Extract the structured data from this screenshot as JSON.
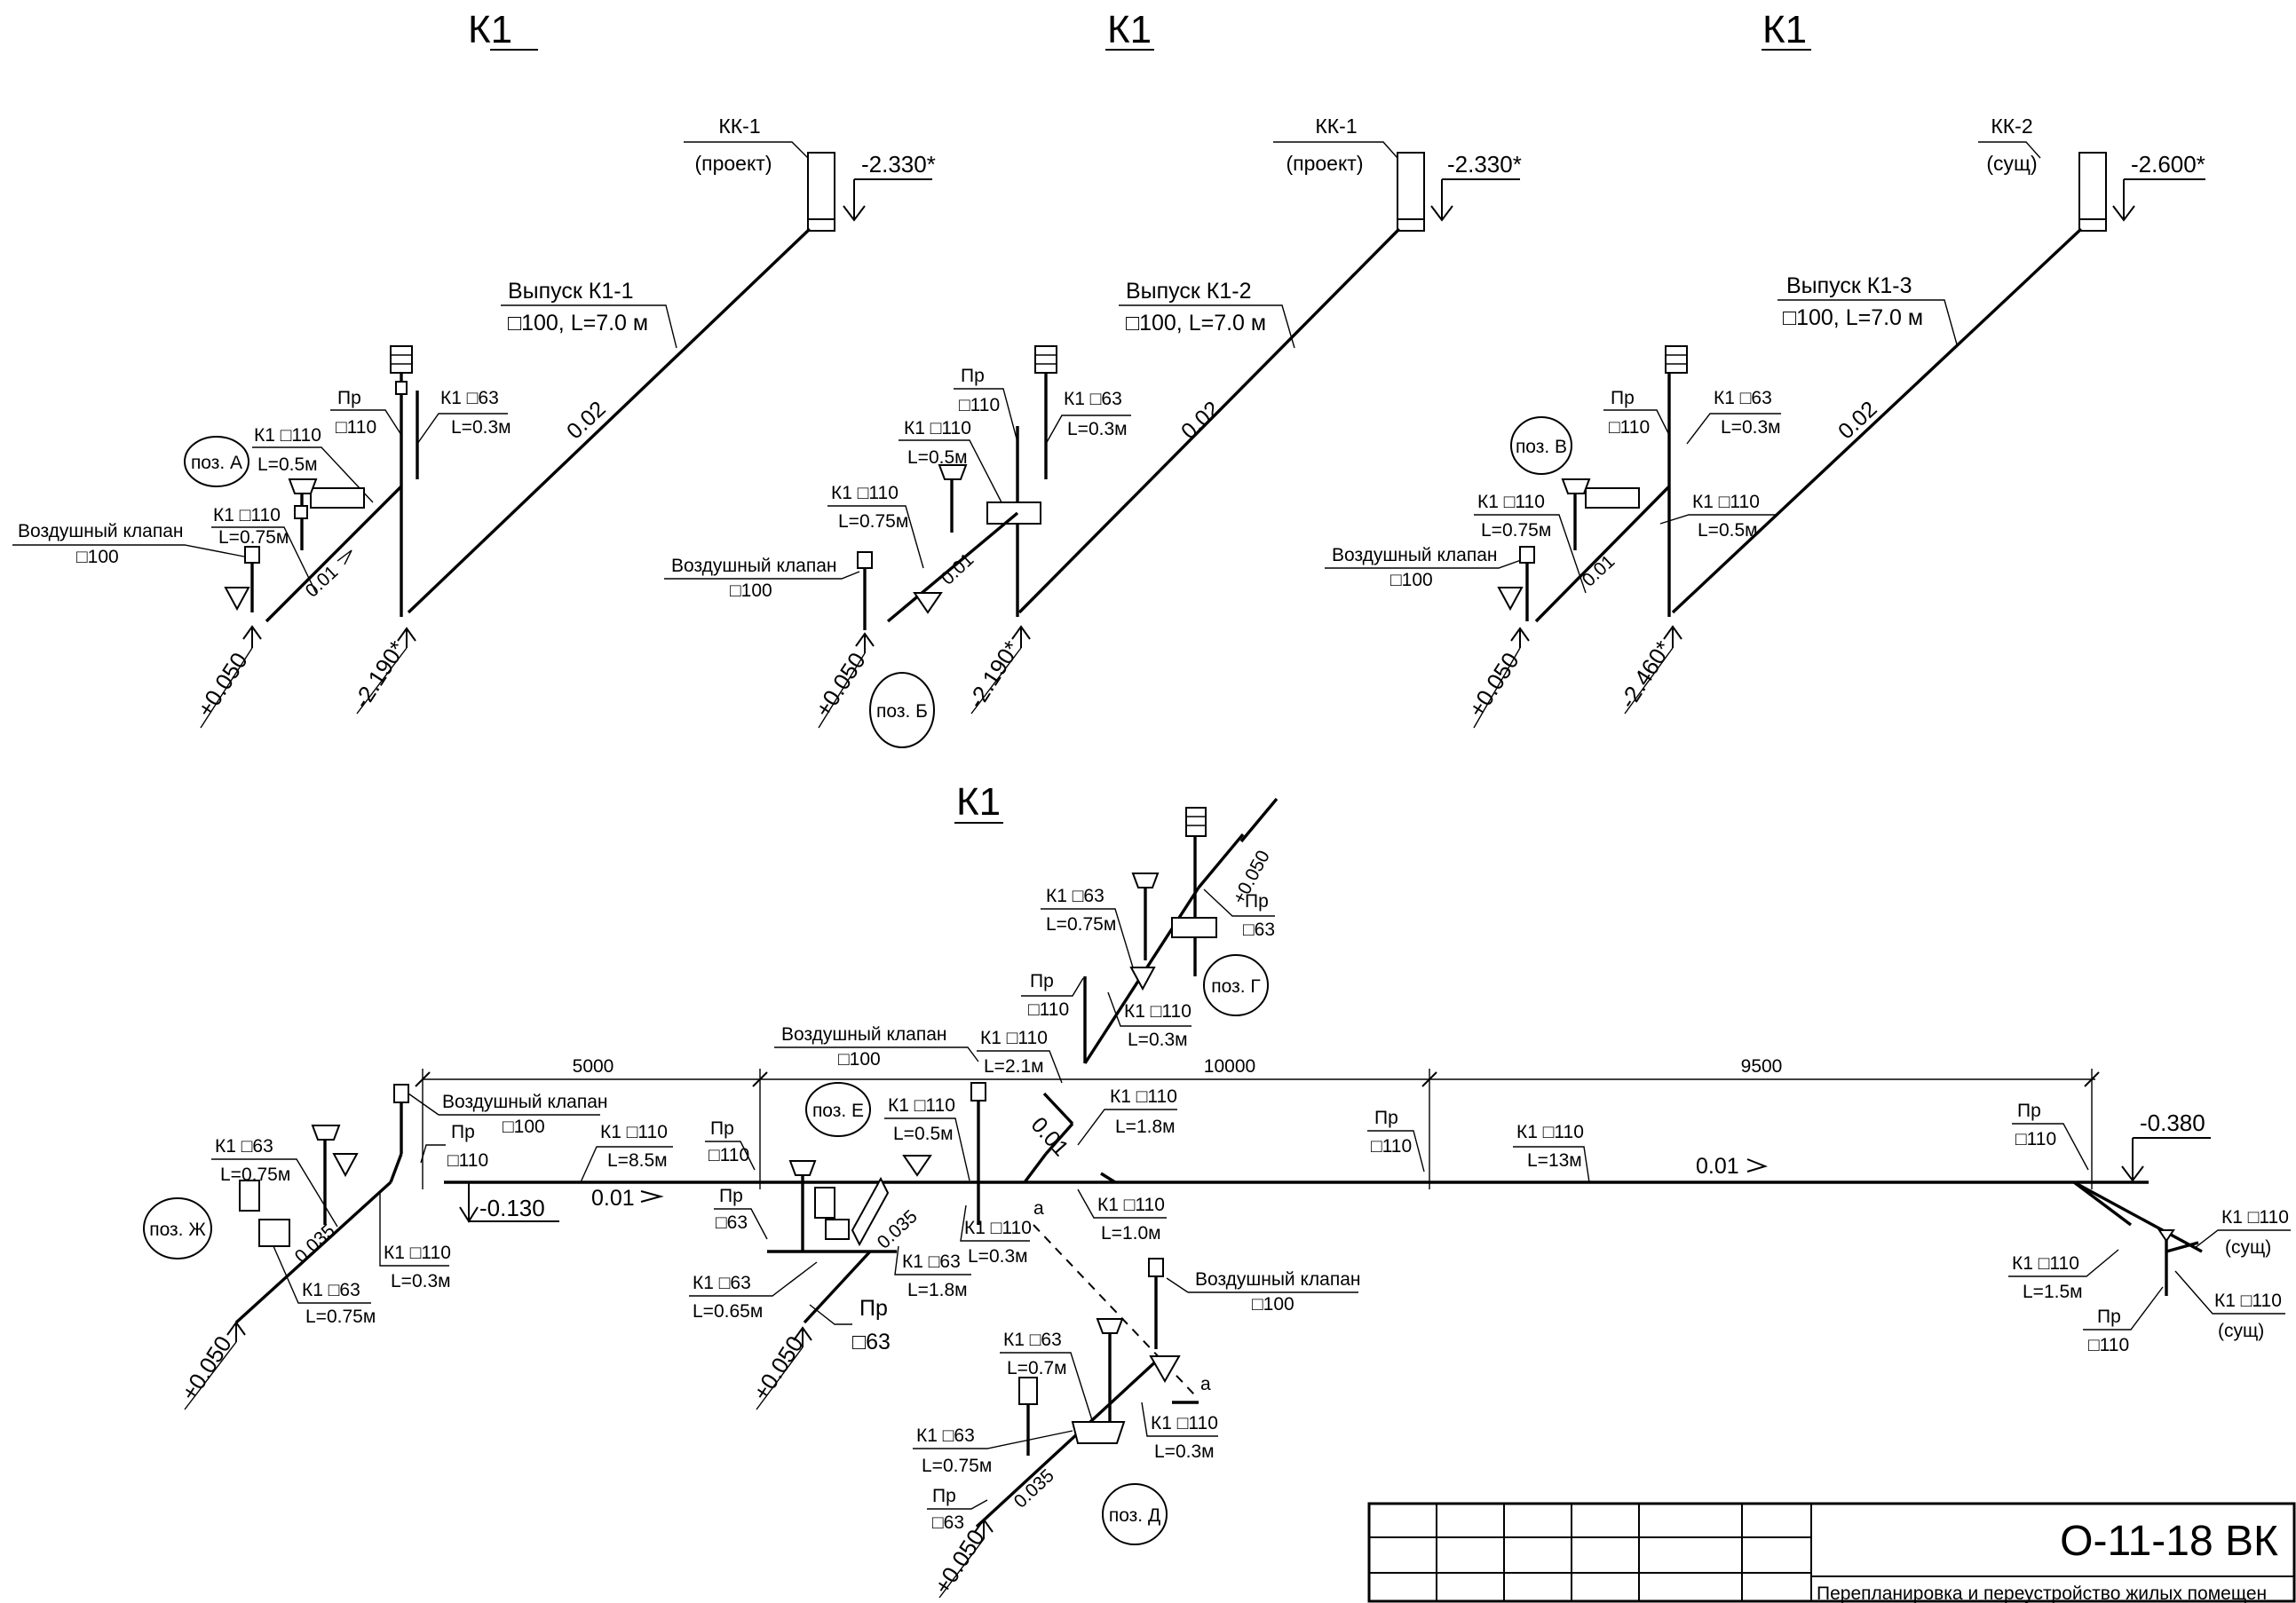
{
  "scheme_title": "К1",
  "schemes": [
    {
      "title": "К1",
      "well_name": "КК-1",
      "well_status": "(проект)",
      "well_elevation": "-2.330*",
      "outlet_name": "Выпуск К1-1",
      "outlet_spec": "□100, L=7.0 м",
      "outlet_slope": "0.02",
      "riser_mark": "Пр",
      "riser_diam": "□110",
      "riser_branch": "К1 □63",
      "riser_branch_len": "L=0.3м",
      "branch1": "К1 □110",
      "branch1_len": "L=0.5м",
      "branch2": "К1 □110",
      "branch2_len": "L=0.75м",
      "valve_name": "Воздушный клапан",
      "valve_diam": "□100",
      "slope": "0.01",
      "pos_label": "поз. А",
      "elev_floor": "+0.050",
      "elev_bottom": "-2.190*"
    },
    {
      "title": "К1",
      "well_name": "КК-1",
      "well_status": "(проект)",
      "well_elevation": "-2.330*",
      "outlet_name": "Выпуск К1-2",
      "outlet_spec": "□100, L=7.0 м",
      "outlet_slope": "0.02",
      "riser_mark": "Пр",
      "riser_diam": "□110",
      "riser_branch": "К1 □63",
      "riser_branch_len": "L=0.3м",
      "branch1": "К1 □110",
      "branch1_len": "L=0.5м",
      "branch2": "К1 □110",
      "branch2_len": "L=0.75м",
      "valve_name": "Воздушный клапан",
      "valve_diam": "□100",
      "slope": "0.01",
      "pos_label": "поз. Б",
      "elev_floor": "+0.050",
      "elev_bottom": "-2.190*"
    },
    {
      "title": "К1",
      "well_name": "КК-2",
      "well_status": "(сущ)",
      "well_elevation": "-2.600*",
      "outlet_name": "Выпуск К1-3",
      "outlet_spec": "□100, L=7.0 м",
      "outlet_slope": "0.02",
      "riser_mark": "Пр",
      "riser_diam": "□110",
      "riser_branch": "К1 □63",
      "riser_branch_len": "L=0.3м",
      "branch1": "К1 □110",
      "branch1_len": "L=0.5м",
      "branch2": "К1 □110",
      "branch2_len": "L=0.75м",
      "valve_name": "Воздушный клапан",
      "valve_diam": "□100",
      "slope": "0.01",
      "pos_label": "поз. В",
      "elev_floor": "+0.050",
      "elev_bottom": "-2.460*"
    }
  ],
  "bottom": {
    "title": "К1",
    "dims": [
      "5000",
      "10000",
      "9500"
    ],
    "elev_main_left": "-0.130",
    "elev_main_right": "-0.380",
    "slope_main": "0.01",
    "slope_main_right": "0.01",
    "slope_up": "0.01",
    "slope_035a": "0.035",
    "slope_035b": "0.035",
    "slope_035c": "0.035",
    "pos_zh": "поз. Ж",
    "pos_e": "поз. Е",
    "pos_g": "поз. Г",
    "pos_d": "поз. Д",
    "elev_zh": "+0.050",
    "elev_e": "+0.050",
    "elev_g": "+0.050",
    "elev_d": "+0.050",
    "valve_name": "Воздушный клапан",
    "valve_diam": "□100",
    "labels": {
      "zh_k63": "К1 □63",
      "zh_l075": "L=0.75м",
      "zh_pr": "Пр",
      "zh_d110": "□110",
      "main_k110": "К1 □110",
      "main_l85": "L=8.5м",
      "zh_k110b": "К1 □110",
      "zh_l03": "L=0.3м",
      "zh_k63b": "К1 □63",
      "zh_l075b": "L=0.75м",
      "e_pr1": "Пр",
      "e_d110": "□110",
      "e_pr2": "Пр",
      "e_d63": "□63",
      "e_k63": "К1 □63",
      "e_l065": "L=0.65м",
      "e_pr3": "Пр",
      "e_d63b": "□63",
      "e_k110": "К1 □110",
      "e_l05": "L=0.5м",
      "e_k110b": "К1 □110",
      "e_l03": "L=0.3м",
      "e_k63c": "К1 □63",
      "e_l18": "L=1.8м",
      "e_valve_name": "Воздушный клапан",
      "e_valve_diam": "□100",
      "g_k63": "К1 □63",
      "g_l075": "L=0.75м",
      "g_pr": "Пр",
      "g_d63": "□63",
      "g_pr2": "Пр",
      "g_d110": "□110",
      "g_k110": "К1 □110",
      "g_l03": "L=0.3м",
      "g_k110b": "К1 □110",
      "g_l21": "L=2.1м",
      "g_k110c": "К1 □110",
      "g_l18": "L=1.8м",
      "m_k110": "К1 □110",
      "m_l10": "L=1.0м",
      "m_pr": "Пр",
      "m_d110": "□110",
      "m_k110b": "К1 □110",
      "m_l13": "L=13м",
      "r_pr": "Пр",
      "r_d110": "□110",
      "r_k110": "К1 □110",
      "r_l15": "L=1.5м",
      "r_k110a": "К1 □110",
      "r_sush_a": "(сущ)",
      "r_k110b": "К1 □110",
      "r_sush_b": "(сущ)",
      "r_pr2": "Пр",
      "r_d110b": "□110",
      "d_valve_name": "Воздушный клапан",
      "d_valve_diam": "□100",
      "d_k63": "К1 □63",
      "d_l07": "L=0.7м",
      "d_k63b": "К1 □63",
      "d_l075": "L=0.75м",
      "d_pr": "Пр",
      "d_d63": "□63",
      "d_k110": "К1 □110",
      "d_l03": "L=0.3м",
      "a1": "а",
      "a2": "а"
    }
  },
  "title_block": {
    "code": "О-11-18 ВК",
    "description": "Перепланировка и переустройство жилых помещен"
  }
}
